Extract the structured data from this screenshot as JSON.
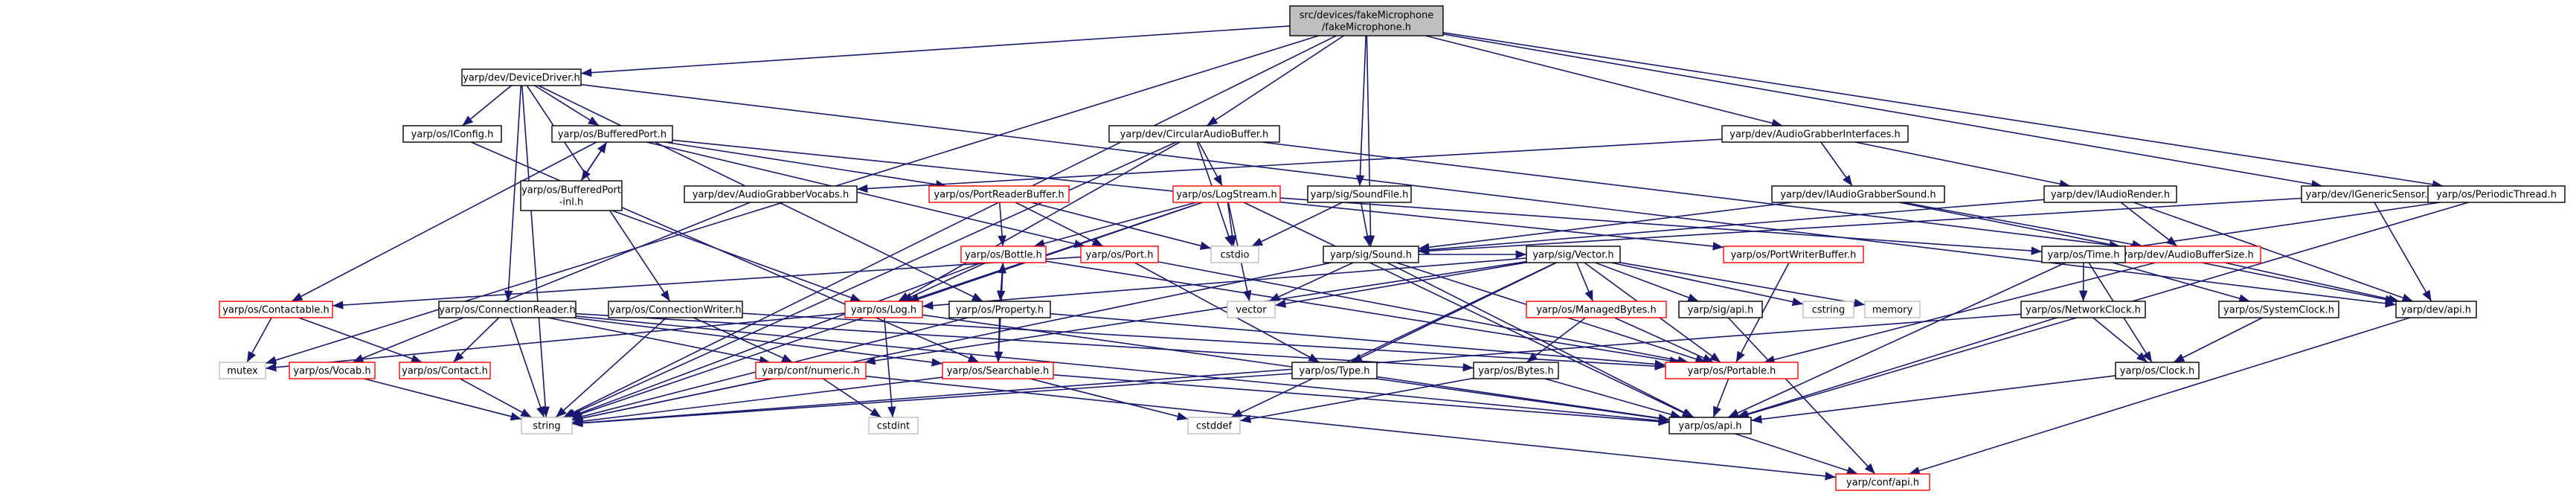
{
  "colors": {
    "edge": "#191970",
    "box_border_normal": "#000000",
    "box_border_red": "#ff0000",
    "box_border_gray": "#bfbfbf",
    "root_fill": "#bfbfbf",
    "box_fill": "#ffffff"
  },
  "nodes": {
    "root": {
      "lines": [
        "src/devices/fakeMicrophone",
        "/fakeMicrophone.h"
      ],
      "style": "root"
    },
    "devicedriver": {
      "lines": [
        "yarp/dev/DeviceDriver.h"
      ],
      "style": "normal"
    },
    "circularaudiobuffer": {
      "lines": [
        "yarp/dev/CircularAudioBuffer.h"
      ],
      "style": "normal"
    },
    "audiograbberinterfaces": {
      "lines": [
        "yarp/dev/AudioGrabberInterfaces.h"
      ],
      "style": "normal"
    },
    "igenericsensor": {
      "lines": [
        "yarp/dev/IGenericSensor.h"
      ],
      "style": "normal"
    },
    "periodicthread": {
      "lines": [
        "yarp/os/PeriodicThread.h"
      ],
      "style": "normal"
    },
    "iconfig": {
      "lines": [
        "yarp/os/IConfig.h"
      ],
      "style": "normal"
    },
    "bufferedport": {
      "lines": [
        "yarp/os/BufferedPort.h"
      ],
      "style": "normal"
    },
    "bufferedportinl": {
      "lines": [
        "yarp/os/BufferedPort",
        "-inl.h"
      ],
      "style": "normal"
    },
    "audiograbbervocabs": {
      "lines": [
        "yarp/dev/AudioGrabberVocabs.h"
      ],
      "style": "normal"
    },
    "portreaderbuffer": {
      "lines": [
        "yarp/os/PortReaderBuffer.h"
      ],
      "style": "red"
    },
    "logstream": {
      "lines": [
        "yarp/os/LogStream.h"
      ],
      "style": "red"
    },
    "soundfile": {
      "lines": [
        "yarp/sig/SoundFile.h"
      ],
      "style": "normal"
    },
    "iaudiograbbersound": {
      "lines": [
        "yarp/dev/IAudioGrabberSound.h"
      ],
      "style": "normal"
    },
    "iaudiorender": {
      "lines": [
        "yarp/dev/IAudioRender.h"
      ],
      "style": "normal"
    },
    "audiobuffersize": {
      "lines": [
        "yarp/dev/AudioBufferSize.h"
      ],
      "style": "red"
    },
    "bottle": {
      "lines": [
        "yarp/os/Bottle.h"
      ],
      "style": "red"
    },
    "port": {
      "lines": [
        "yarp/os/Port.h"
      ],
      "style": "red"
    },
    "cstdio": {
      "lines": [
        "cstdio"
      ],
      "style": "gray"
    },
    "sound": {
      "lines": [
        "yarp/sig/Sound.h"
      ],
      "style": "normal"
    },
    "vector": {
      "lines": [
        "yarp/sig/Vector.h"
      ],
      "style": "normal"
    },
    "portwriterbuffer": {
      "lines": [
        "yarp/os/PortWriterBuffer.h"
      ],
      "style": "red"
    },
    "time": {
      "lines": [
        "yarp/os/Time.h"
      ],
      "style": "normal"
    },
    "contactable": {
      "lines": [
        "yarp/os/Contactable.h"
      ],
      "style": "red"
    },
    "connectionreader": {
      "lines": [
        "yarp/os/ConnectionReader.h"
      ],
      "style": "normal"
    },
    "connectionwriter": {
      "lines": [
        "yarp/os/ConnectionWriter.h"
      ],
      "style": "normal"
    },
    "log": {
      "lines": [
        "yarp/os/Log.h"
      ],
      "style": "red"
    },
    "property": {
      "lines": [
        "yarp/os/Property.h"
      ],
      "style": "normal"
    },
    "stdvector": {
      "lines": [
        "vector"
      ],
      "style": "gray"
    },
    "managedbytes": {
      "lines": [
        "yarp/os/ManagedBytes.h"
      ],
      "style": "red"
    },
    "sigapi": {
      "lines": [
        "yarp/sig/api.h"
      ],
      "style": "normal"
    },
    "cstring": {
      "lines": [
        "cstring"
      ],
      "style": "gray"
    },
    "memory": {
      "lines": [
        "memory"
      ],
      "style": "gray"
    },
    "networkclock": {
      "lines": [
        "yarp/os/NetworkClock.h"
      ],
      "style": "normal"
    },
    "systemclock": {
      "lines": [
        "yarp/os/SystemClock.h"
      ],
      "style": "normal"
    },
    "devapi": {
      "lines": [
        "yarp/dev/api.h"
      ],
      "style": "normal"
    },
    "mutex": {
      "lines": [
        "mutex"
      ],
      "style": "gray"
    },
    "vocab": {
      "lines": [
        "yarp/os/Vocab.h"
      ],
      "style": "red"
    },
    "contact": {
      "lines": [
        "yarp/os/Contact.h"
      ],
      "style": "red"
    },
    "numeric": {
      "lines": [
        "yarp/conf/numeric.h"
      ],
      "style": "red"
    },
    "searchable": {
      "lines": [
        "yarp/os/Searchable.h"
      ],
      "style": "red"
    },
    "type": {
      "lines": [
        "yarp/os/Type.h"
      ],
      "style": "normal"
    },
    "bytes": {
      "lines": [
        "yarp/os/Bytes.h"
      ],
      "style": "normal"
    },
    "portable": {
      "lines": [
        "yarp/os/Portable.h"
      ],
      "style": "red"
    },
    "clock": {
      "lines": [
        "yarp/os/Clock.h"
      ],
      "style": "normal"
    },
    "string": {
      "lines": [
        "string"
      ],
      "style": "gray"
    },
    "cstdint": {
      "lines": [
        "cstdint"
      ],
      "style": "gray"
    },
    "cstddef": {
      "lines": [
        "cstddef"
      ],
      "style": "gray"
    },
    "osapi": {
      "lines": [
        "yarp/os/api.h"
      ],
      "style": "normal"
    },
    "confapi": {
      "lines": [
        "yarp/conf/api.h"
      ],
      "style": "red"
    }
  },
  "edges": [
    [
      "root",
      "devicedriver"
    ],
    [
      "root",
      "circularaudiobuffer"
    ],
    [
      "root",
      "audiograbberinterfaces"
    ],
    [
      "root",
      "igenericsensor"
    ],
    [
      "root",
      "periodicthread"
    ],
    [
      "root",
      "soundfile"
    ],
    [
      "root",
      "sound"
    ],
    [
      "root",
      "string"
    ],
    [
      "root",
      "mutex"
    ],
    [
      "devicedriver",
      "iconfig"
    ],
    [
      "devicedriver",
      "bufferedport"
    ],
    [
      "devicedriver",
      "connectionreader"
    ],
    [
      "devicedriver",
      "connectionwriter"
    ],
    [
      "devicedriver",
      "property"
    ],
    [
      "devicedriver",
      "devapi"
    ],
    [
      "devicedriver",
      "string"
    ],
    [
      "iconfig",
      "searchable"
    ],
    [
      "bufferedport",
      "bufferedportinl"
    ],
    [
      "bufferedportinl",
      "bufferedport"
    ],
    [
      "bufferedport",
      "portreaderbuffer"
    ],
    [
      "bufferedport",
      "port"
    ],
    [
      "bufferedport",
      "contactable"
    ],
    [
      "bufferedport",
      "portwriterbuffer"
    ],
    [
      "bufferedportinl",
      "log"
    ],
    [
      "circularaudiobuffer",
      "logstream"
    ],
    [
      "circularaudiobuffer",
      "log"
    ],
    [
      "circularaudiobuffer",
      "cstdio"
    ],
    [
      "circularaudiobuffer",
      "audiobuffersize"
    ],
    [
      "circularaudiobuffer",
      "string"
    ],
    [
      "audiograbberinterfaces",
      "audiograbbervocabs"
    ],
    [
      "audiograbberinterfaces",
      "iaudiograbbersound"
    ],
    [
      "audiograbberinterfaces",
      "iaudiorender"
    ],
    [
      "audiograbbervocabs",
      "vocab"
    ],
    [
      "portreaderbuffer",
      "bottle"
    ],
    [
      "portreaderbuffer",
      "port"
    ],
    [
      "portreaderbuffer",
      "cstdio"
    ],
    [
      "logstream",
      "log"
    ],
    [
      "logstream",
      "cstdio"
    ],
    [
      "logstream",
      "stdvector"
    ],
    [
      "logstream",
      "time"
    ],
    [
      "logstream",
      "osapi"
    ],
    [
      "logstream",
      "bottle"
    ],
    [
      "logstream",
      "string"
    ],
    [
      "soundfile",
      "sound"
    ],
    [
      "soundfile",
      "cstdio"
    ],
    [
      "iaudiograbbersound",
      "sound"
    ],
    [
      "iaudiograbbersound",
      "audiobuffersize"
    ],
    [
      "iaudiograbbersound",
      "devapi"
    ],
    [
      "iaudiorender",
      "sound"
    ],
    [
      "iaudiorender",
      "audiobuffersize"
    ],
    [
      "iaudiorender",
      "devapi"
    ],
    [
      "igenericsensor",
      "devapi"
    ],
    [
      "igenericsensor",
      "sound"
    ],
    [
      "periodicthread",
      "time"
    ],
    [
      "periodicthread",
      "osapi"
    ],
    [
      "audiobuffersize",
      "portable"
    ],
    [
      "audiobuffersize",
      "devapi"
    ],
    [
      "bottle",
      "property"
    ],
    [
      "property",
      "bottle"
    ],
    [
      "bottle",
      "searchable"
    ],
    [
      "bottle",
      "portable"
    ],
    [
      "bottle",
      "string"
    ],
    [
      "bottle",
      "log"
    ],
    [
      "port",
      "contactable"
    ],
    [
      "port",
      "portable"
    ],
    [
      "port",
      "type"
    ],
    [
      "sound",
      "vector"
    ],
    [
      "sound",
      "portable"
    ],
    [
      "sound",
      "stdvector"
    ],
    [
      "sound",
      "string"
    ],
    [
      "sound",
      "osapi"
    ],
    [
      "vector",
      "stdvector"
    ],
    [
      "vector",
      "managedbytes"
    ],
    [
      "vector",
      "sigapi"
    ],
    [
      "vector",
      "cstring"
    ],
    [
      "vector",
      "memory"
    ],
    [
      "vector",
      "log"
    ],
    [
      "vector",
      "type"
    ],
    [
      "vector",
      "portable"
    ],
    [
      "vector",
      "numeric"
    ],
    [
      "vector",
      "cstddef"
    ],
    [
      "portwriterbuffer",
      "portable"
    ],
    [
      "time",
      "networkclock"
    ],
    [
      "time",
      "systemclock"
    ],
    [
      "time",
      "clock"
    ],
    [
      "time",
      "osapi"
    ],
    [
      "contactable",
      "contact"
    ],
    [
      "contactable",
      "mutex"
    ],
    [
      "connectionreader",
      "contact"
    ],
    [
      "connectionreader",
      "numeric"
    ],
    [
      "connectionreader",
      "searchable"
    ],
    [
      "connectionreader",
      "bytes"
    ],
    [
      "connectionreader",
      "osapi"
    ],
    [
      "connectionreader",
      "string"
    ],
    [
      "connectionwriter",
      "numeric"
    ],
    [
      "connectionwriter",
      "portable"
    ],
    [
      "connectionwriter",
      "string"
    ],
    [
      "log",
      "cstdint"
    ],
    [
      "log",
      "osapi"
    ],
    [
      "log",
      "mutex"
    ],
    [
      "property",
      "searchable"
    ],
    [
      "property",
      "portable"
    ],
    [
      "property",
      "string"
    ],
    [
      "managedbytes",
      "bytes"
    ],
    [
      "managedbytes",
      "portable"
    ],
    [
      "sigapi",
      "confapi"
    ],
    [
      "networkclock",
      "clock"
    ],
    [
      "networkclock",
      "osapi"
    ],
    [
      "networkclock",
      "string"
    ],
    [
      "systemclock",
      "clock"
    ],
    [
      "devapi",
      "confapi"
    ],
    [
      "vocab",
      "string"
    ],
    [
      "contact",
      "string"
    ],
    [
      "numeric",
      "cstdint"
    ],
    [
      "numeric",
      "confapi"
    ],
    [
      "numeric",
      "string"
    ],
    [
      "searchable",
      "string"
    ],
    [
      "searchable",
      "osapi"
    ],
    [
      "searchable",
      "cstddef"
    ],
    [
      "type",
      "string"
    ],
    [
      "type",
      "osapi"
    ],
    [
      "bytes",
      "cstddef"
    ],
    [
      "bytes",
      "osapi"
    ],
    [
      "portable",
      "osapi"
    ],
    [
      "clock",
      "osapi"
    ],
    [
      "osapi",
      "confapi"
    ]
  ]
}
